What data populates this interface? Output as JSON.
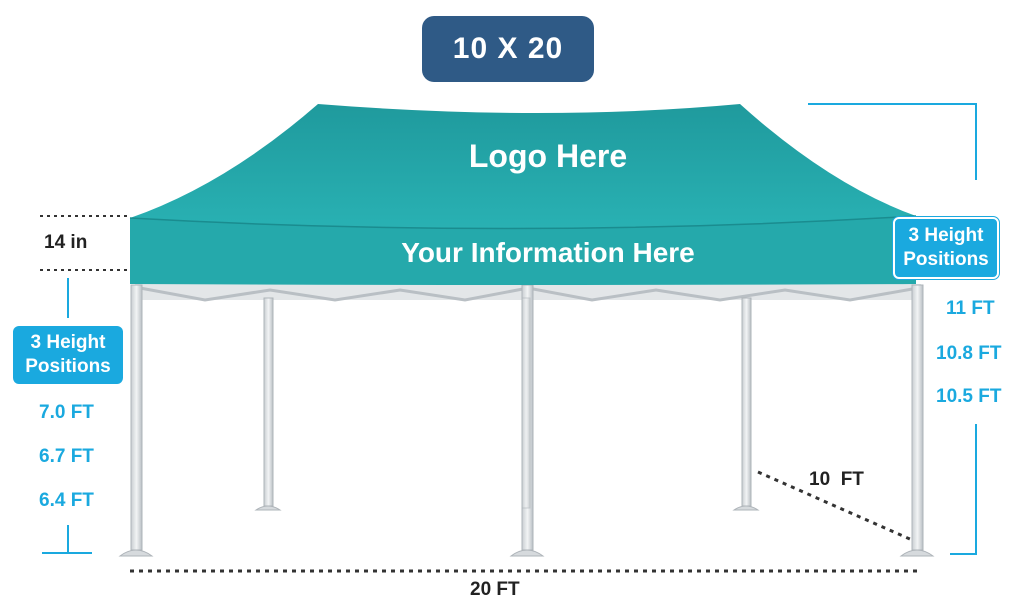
{
  "title": "10 X 20",
  "canopy": {
    "logo_text": "Logo Here",
    "info_text": "Your Information Here"
  },
  "valance_height": "14 in",
  "left_heights": {
    "label": "3 Height Positions",
    "values": [
      "7.0 FT",
      "6.7 FT",
      "6.4 FT"
    ]
  },
  "right_heights": {
    "label": "3 Height Positions",
    "values": [
      "11 FT",
      "10.8 FT",
      "10.5 FT"
    ]
  },
  "depth": "10  FT",
  "width": "20 FT",
  "colors": {
    "canopy": "#22a3a6",
    "badge": "#2f5a86",
    "accent": "#1aa9df",
    "frame": "#d6dadd"
  }
}
